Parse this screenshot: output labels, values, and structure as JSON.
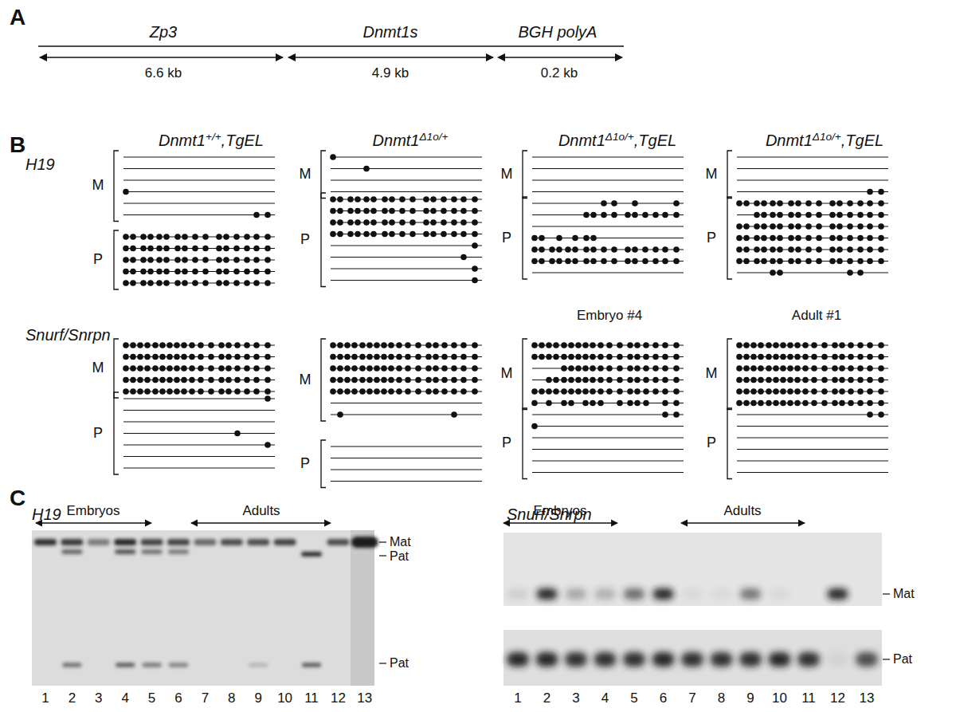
{
  "diagram": {
    "labels": [
      "A",
      "Zp3",
      "Dnmt1s",
      "BGH polyA",
      "6.6 kb",
      "4.9 kb",
      "0.2 kb",
      "B",
      "H19",
      "Dnmt1",
      "+/+",
      ",TgEL",
      "Dnmt1",
      "Δ1o/+",
      "Dnmt1",
      "Δ1o/+",
      ",TgEL",
      "Dnmt1",
      "Δ1o/+",
      ",TgEL",
      "M",
      "P",
      "M",
      "P",
      "M",
      "P",
      "M",
      "P",
      "Snurf/Snrpn",
      "Embryo #4",
      "Adult #1",
      "M",
      "P",
      "M",
      "P",
      "M",
      "P",
      "M",
      "P",
      "C",
      "H19",
      "Embryos",
      "Adults",
      "Mat",
      "Pat",
      "Pat",
      "1",
      "2",
      "3",
      "4",
      "5",
      "6",
      "7",
      "8",
      "9",
      "10",
      "11",
      "12",
      "13",
      "Snurf/Snrpn",
      "Embryos",
      "Adults",
      "Mat",
      "Pat",
      "1",
      "2",
      "3",
      "4",
      "5",
      "6",
      "7",
      "8",
      "9",
      "10",
      "11",
      "12",
      "13"
    ]
  }
}
